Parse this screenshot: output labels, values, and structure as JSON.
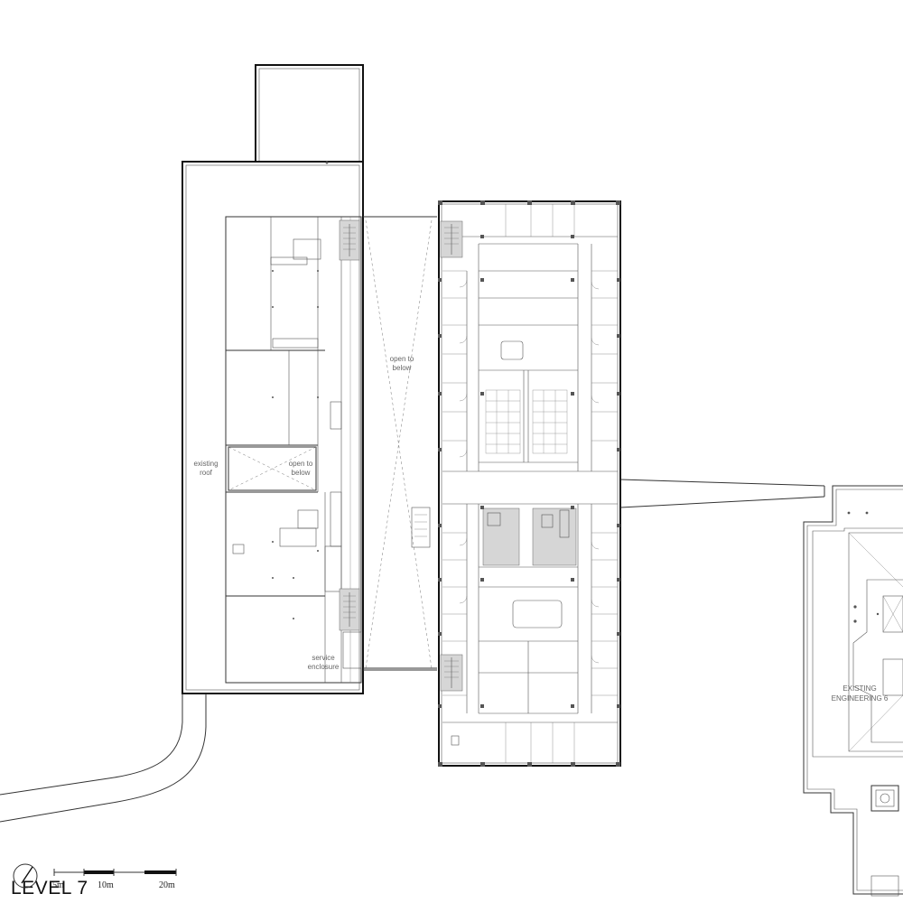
{
  "plan": {
    "title": "LEVEL 7",
    "labels": {
      "existing_roof_1": "existing",
      "existing_roof_2": "roof",
      "open_below_a_1": "open to",
      "open_below_a_2": "below",
      "open_below_b_1": "open to",
      "open_below_b_2": "below",
      "service_1": "service",
      "service_2": "enclosure",
      "eng_1": "EXISTING",
      "eng_2": "ENGINEERING 6"
    },
    "scale": {
      "t1": "5m",
      "t2": "10m",
      "t3": "20m"
    }
  }
}
